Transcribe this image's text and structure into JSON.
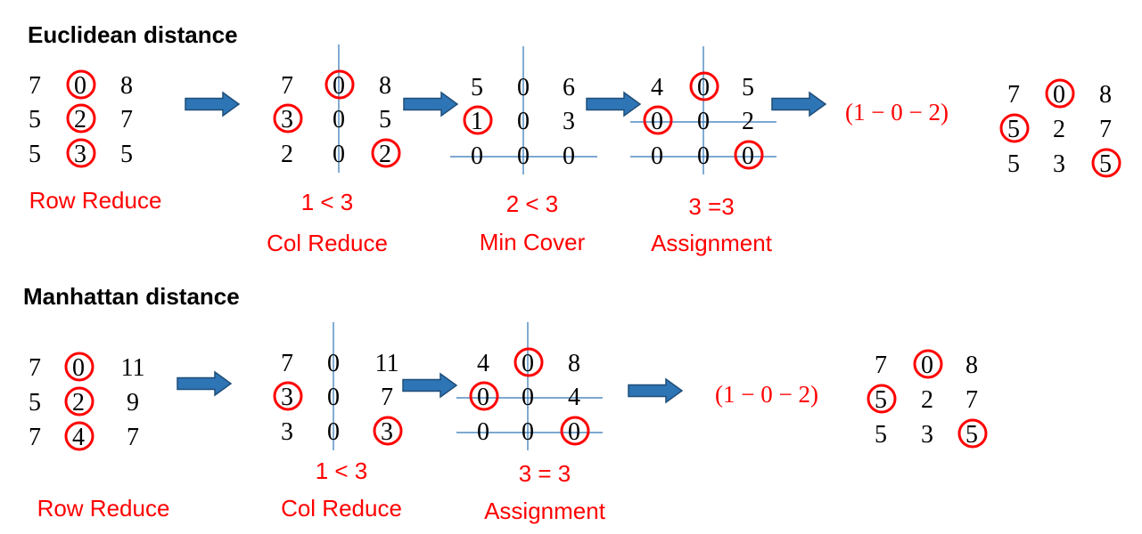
{
  "sections": [
    {
      "title": "Euclidean distance",
      "result": "(1 − 0 − 2)",
      "steps": [
        {
          "matrix": [
            [
              "7",
              "0",
              "8"
            ],
            [
              "5",
              "2",
              "7"
            ],
            [
              "5",
              "3",
              "5"
            ]
          ],
          "circles": [
            [
              0,
              1
            ],
            [
              1,
              1
            ],
            [
              2,
              1
            ]
          ],
          "rows_struck": [],
          "cols_struck": [],
          "note": "",
          "caption": "Row Reduce"
        },
        {
          "matrix": [
            [
              "7",
              "0",
              "8"
            ],
            [
              "3",
              "0",
              "5"
            ],
            [
              "2",
              "0",
              "2"
            ]
          ],
          "circles": [
            [
              0,
              1
            ],
            [
              1,
              0
            ],
            [
              2,
              2
            ]
          ],
          "rows_struck": [],
          "cols_struck": [
            1
          ],
          "note": "1 < 3",
          "caption": "Col Reduce"
        },
        {
          "matrix": [
            [
              "5",
              "0",
              "6"
            ],
            [
              "1",
              "0",
              "3"
            ],
            [
              "0",
              "0",
              "0"
            ]
          ],
          "circles": [
            [
              1,
              0
            ]
          ],
          "rows_struck": [
            2
          ],
          "cols_struck": [
            1
          ],
          "note": "2 < 3",
          "caption": "Min Cover"
        },
        {
          "matrix": [
            [
              "4",
              "0",
              "5"
            ],
            [
              "0",
              "0",
              "2"
            ],
            [
              "0",
              "0",
              "0"
            ]
          ],
          "circles": [
            [
              0,
              1
            ],
            [
              1,
              0
            ],
            [
              2,
              2
            ]
          ],
          "rows_struck": [
            1,
            2
          ],
          "cols_struck": [
            1
          ],
          "note": "3 =3",
          "caption": "Assignment"
        },
        {
          "matrix": [
            [
              "7",
              "0",
              "8"
            ],
            [
              "5",
              "2",
              "7"
            ],
            [
              "5",
              "3",
              "5"
            ]
          ],
          "circles": [
            [
              0,
              1
            ],
            [
              1,
              0
            ],
            [
              2,
              2
            ]
          ],
          "rows_struck": [],
          "cols_struck": [],
          "note": "",
          "caption": ""
        }
      ]
    },
    {
      "title": "Manhattan distance",
      "result": "(1 − 0 − 2)",
      "steps": [
        {
          "matrix": [
            [
              "7",
              "0",
              "11"
            ],
            [
              "5",
              "2",
              "9"
            ],
            [
              "7",
              "4",
              "7"
            ]
          ],
          "circles": [
            [
              0,
              1
            ],
            [
              1,
              1
            ],
            [
              2,
              1
            ]
          ],
          "rows_struck": [],
          "cols_struck": [],
          "note": "",
          "caption": "Row Reduce"
        },
        {
          "matrix": [
            [
              "7",
              "0",
              "11"
            ],
            [
              "3",
              "0",
              "7"
            ],
            [
              "3",
              "0",
              "3"
            ]
          ],
          "circles": [
            [
              1,
              0
            ],
            [
              2,
              2
            ]
          ],
          "rows_struck": [],
          "cols_struck": [
            1
          ],
          "note": "1 < 3",
          "caption": "Col Reduce"
        },
        {
          "matrix": [
            [
              "4",
              "0",
              "8"
            ],
            [
              "0",
              "0",
              "4"
            ],
            [
              "0",
              "0",
              "0"
            ]
          ],
          "circles": [
            [
              0,
              1
            ],
            [
              1,
              0
            ],
            [
              2,
              2
            ]
          ],
          "rows_struck": [
            1,
            2
          ],
          "cols_struck": [
            1
          ],
          "note": "3 = 3",
          "caption": "Assignment"
        },
        {
          "matrix": [
            [
              "7",
              "0",
              "8"
            ],
            [
              "5",
              "2",
              "7"
            ],
            [
              "5",
              "3",
              "5"
            ]
          ],
          "circles": [
            [
              0,
              1
            ],
            [
              1,
              0
            ],
            [
              2,
              2
            ]
          ],
          "rows_struck": [],
          "cols_struck": [],
          "note": "",
          "caption": ""
        }
      ]
    }
  ],
  "colors": {
    "accent": "#ff0000",
    "arrow": "#2e75b6",
    "text": "#000000"
  }
}
